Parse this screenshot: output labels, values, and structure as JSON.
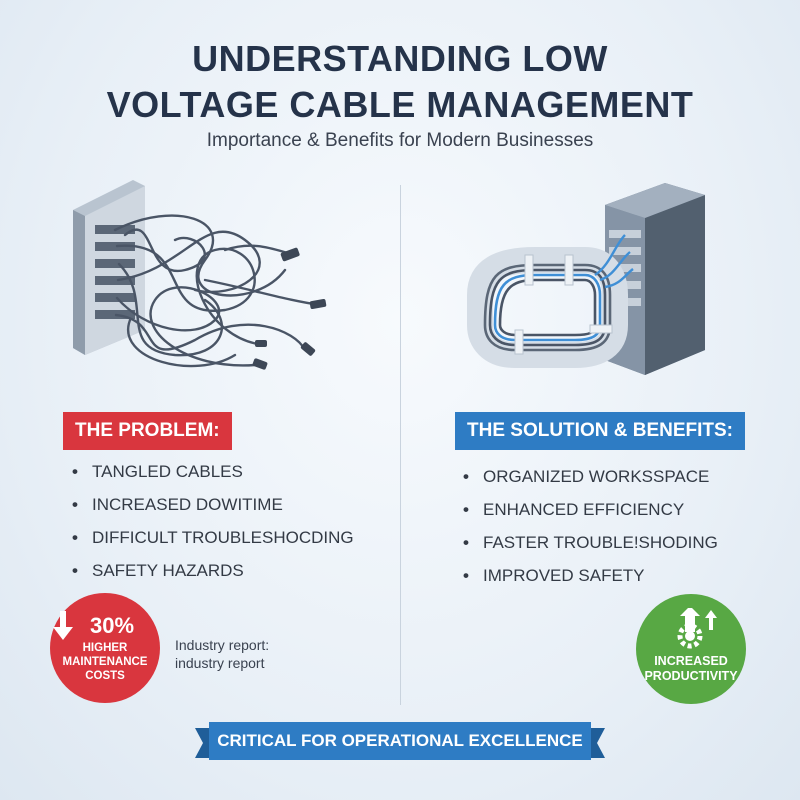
{
  "header": {
    "title_line1": "UNDERSTANDING LOW",
    "title_line2": "VOLTAGE CABLE MANAGEMENT",
    "subtitle": "Importance & Benefits for Modern Businesses"
  },
  "problem": {
    "badge": "THE PROBLEM:",
    "items": [
      "TANGLED CABLES",
      "INCREASED DOWITIME",
      "DIFFICULT TROUBLESHOCDING",
      "SAFETY HAZARDS"
    ],
    "stat": {
      "value": "30%",
      "label": "HIGHER MAINTENANCE COSTS",
      "icon": "arrow-down-icon"
    },
    "source_line1": "Industry report:",
    "source_line2": "industry report"
  },
  "solution": {
    "badge": "THE SOLUTION & BENEFITS:",
    "items": [
      "ORGANIZED WORKSSPACE",
      "ENHANCED EFFICIENCY",
      "FASTER TROUBLE!SHODING",
      "IMPROVED SAFETY"
    ],
    "productivity": {
      "label": "INCREASED PRODUCTIVITY",
      "icon": "gear-up-arrow-icon"
    }
  },
  "footer": {
    "ribbon": "CRITICAL FOR OPERATIONAL EXCELLENCE"
  },
  "bullet": "•",
  "colors": {
    "problem": "#d9363e",
    "solution": "#2e7cc4",
    "productivity": "#58a844",
    "title": "#25334a"
  }
}
